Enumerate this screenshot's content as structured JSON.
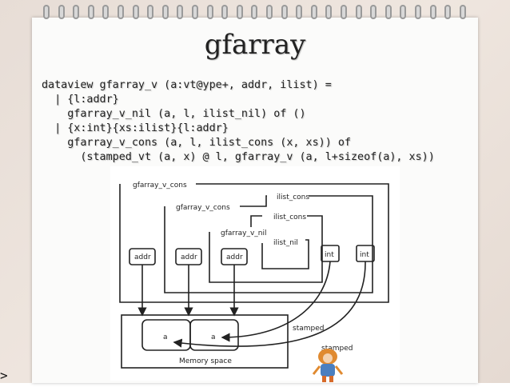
{
  "slide": {
    "title": "gfarray",
    "code_lines": [
      "dataview gfarray_v (a:vt@ype+, addr, ilist) =",
      "  | {l:addr}",
      "    gfarray_v_nil (a, l, ilist_nil) of ()",
      "  | {x:int}{xs:ilist}{l:addr}",
      "    gfarray_v_cons (a, l, ilist_cons (x, xs)) of",
      "      (stamped_vt (a, x) @ l, gfarray_v (a, l+sizeof(a), xs))"
    ]
  },
  "diagram": {
    "outer_box": "gfarray_v_cons",
    "mid_box": "gfarray_v_cons",
    "inner_box": "gfarray_v_nil",
    "ilist_boxes": [
      "ilist_cons",
      "ilist_cons",
      "ilist_nil"
    ],
    "addr_boxes": [
      "addr",
      "addr",
      "addr"
    ],
    "int_boxes": [
      "int",
      "int"
    ],
    "memory_cells": [
      "a",
      "a"
    ],
    "memory_label": "Memory space",
    "stamped_labels": [
      "stamped",
      "stamped"
    ]
  },
  "terminal": {
    "prompt": ">"
  },
  "colors": {
    "paper": "#fbfbfa",
    "ink": "#222222",
    "backdrop": "#e7ddd6"
  }
}
